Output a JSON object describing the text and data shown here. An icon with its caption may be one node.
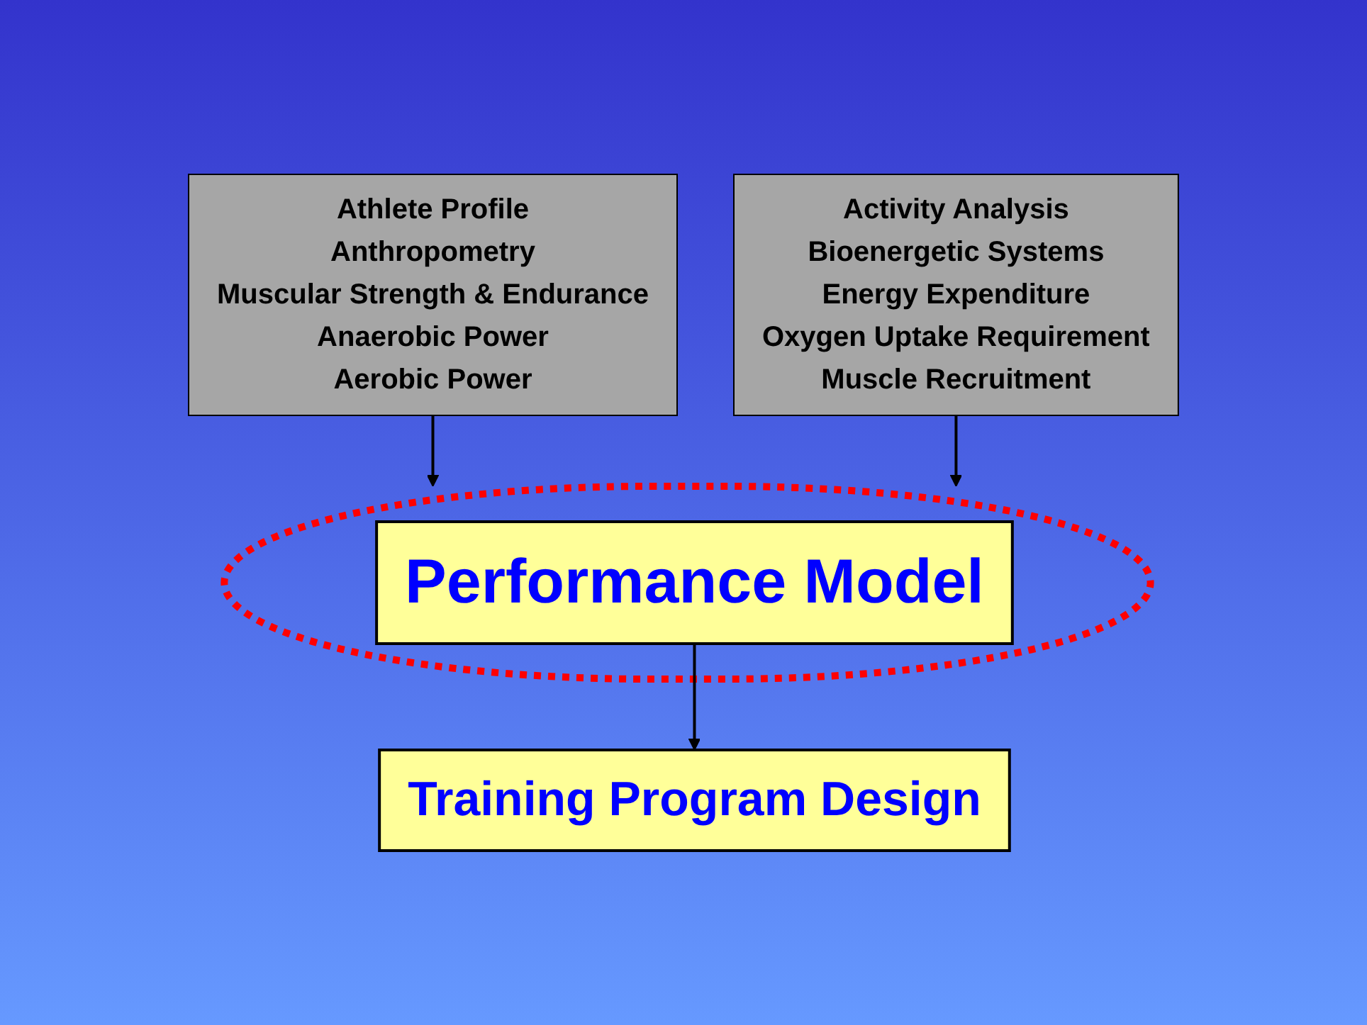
{
  "diagram": {
    "nodes": [
      {
        "text": [
          "Athlete Profile",
          "Anthropometry",
          "Muscular Strength & Endurance",
          "Anaerobic Power",
          "Aerobic Power"
        ]
      },
      {
        "text": [
          "Activity Analysis",
          "Bioenergetic Systems",
          "Energy Expenditure",
          "Oxygen Uptake Requirement",
          "Muscle Recruitment"
        ]
      },
      {
        "text": [],
        "shape": "ellipse"
      },
      {
        "text": [
          "Performance Model"
        ],
        "in": 2
      },
      {
        "text": [
          "Training Program Design"
        ]
      }
    ],
    "edges": [
      {
        "from": 0,
        "to": 2,
        "arrow": "to"
      },
      {
        "from": 1,
        "to": 2,
        "arrow": "to"
      },
      {
        "from": 3,
        "to": 4,
        "arrow": "to"
      }
    ]
  }
}
